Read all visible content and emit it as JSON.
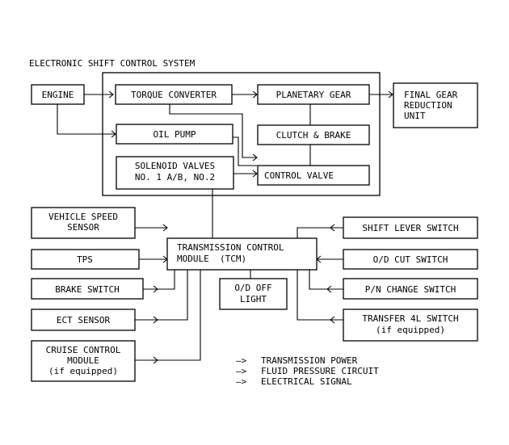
{
  "title": "ELECTRONIC SHIFT CONTROL SYSTEM",
  "blocks": {
    "engine": [
      "ENGINE"
    ],
    "torque_converter": [
      "TORQUE CONVERTER"
    ],
    "planetary_gear": [
      "PLANETARY GEAR"
    ],
    "final_gear": [
      "FINAL GEAR",
      "REDUCTION",
      "UNIT"
    ],
    "oil_pump": [
      "OIL PUMP"
    ],
    "clutch_brake": [
      "CLUTCH & BRAKE"
    ],
    "solenoid_valves": [
      "SOLENOID VALVES",
      "NO. 1 A/B, NO.2"
    ],
    "control_valve": [
      "CONTROL VALVE"
    ],
    "vehicle_speed_sensor": [
      "VEHICLE SPEED",
      "SENSOR"
    ],
    "tps": [
      "TPS"
    ],
    "brake_switch": [
      "BRAKE SWITCH"
    ],
    "ect_sensor": [
      "ECT SENSOR"
    ],
    "cruise_control": [
      "CRUISE CONTROL",
      "MODULE",
      "(if equipped)"
    ],
    "tcm": [
      "TRANSMISSION CONTROL",
      "MODULE  (TCM)"
    ],
    "od_off_light": [
      "O/D OFF",
      "LIGHT"
    ],
    "shift_lever_switch": [
      "SHIFT LEVER SWITCH"
    ],
    "od_cut_switch": [
      "O/D CUT SWITCH"
    ],
    "pn_change_switch": [
      "P/N CHANGE SWITCH"
    ],
    "transfer_4l_switch": [
      "TRANSFER 4L SWITCH",
      "(if equipped)"
    ]
  },
  "legend": [
    {
      "symbol": "—>",
      "label": "TRANSMISSION POWER"
    },
    {
      "symbol": "—>",
      "label": "FLUID PRESSURE CIRCUIT"
    },
    {
      "symbol": "—>",
      "label": "ELECTRICAL SIGNAL"
    }
  ]
}
